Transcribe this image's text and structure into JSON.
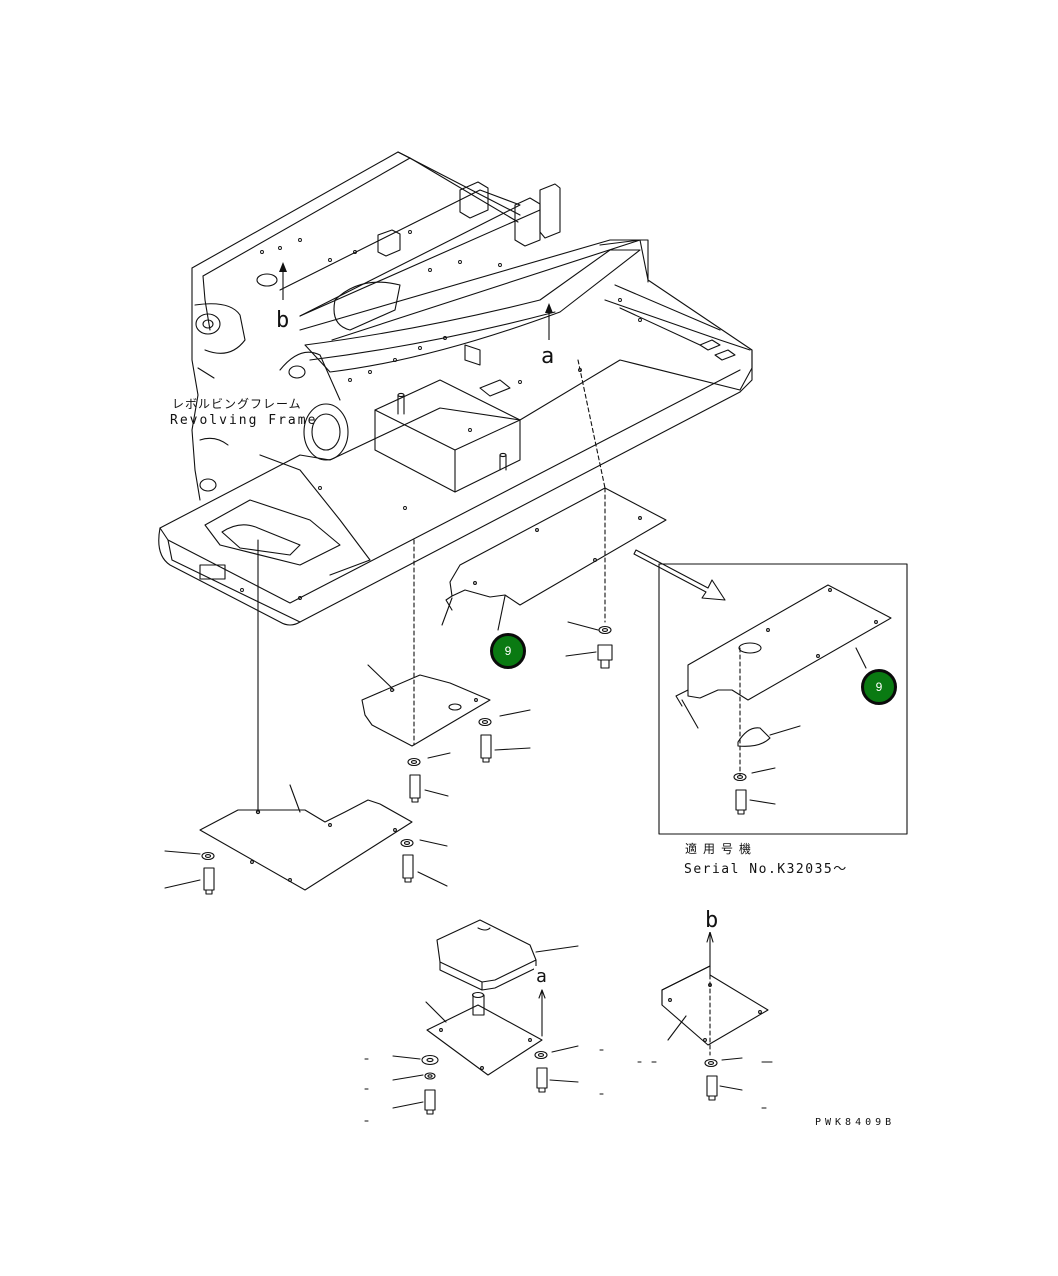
{
  "labels": {
    "frame_jp": "レボルビングフレーム",
    "frame_en": "Revolving Frame",
    "serial_jp": "適用号機",
    "serial_en": "Serial No.K32035～",
    "drawing_code": "PWK8409B"
  },
  "refs": {
    "a_top": "a",
    "b_top": "b",
    "a_bottom": "a",
    "b_bottom": "b"
  },
  "callouts": {
    "main": "9",
    "inset": "9"
  },
  "colors": {
    "callout_fill": "#0a7a12",
    "callout_border": "#0b0b0b",
    "line": "#111111"
  }
}
